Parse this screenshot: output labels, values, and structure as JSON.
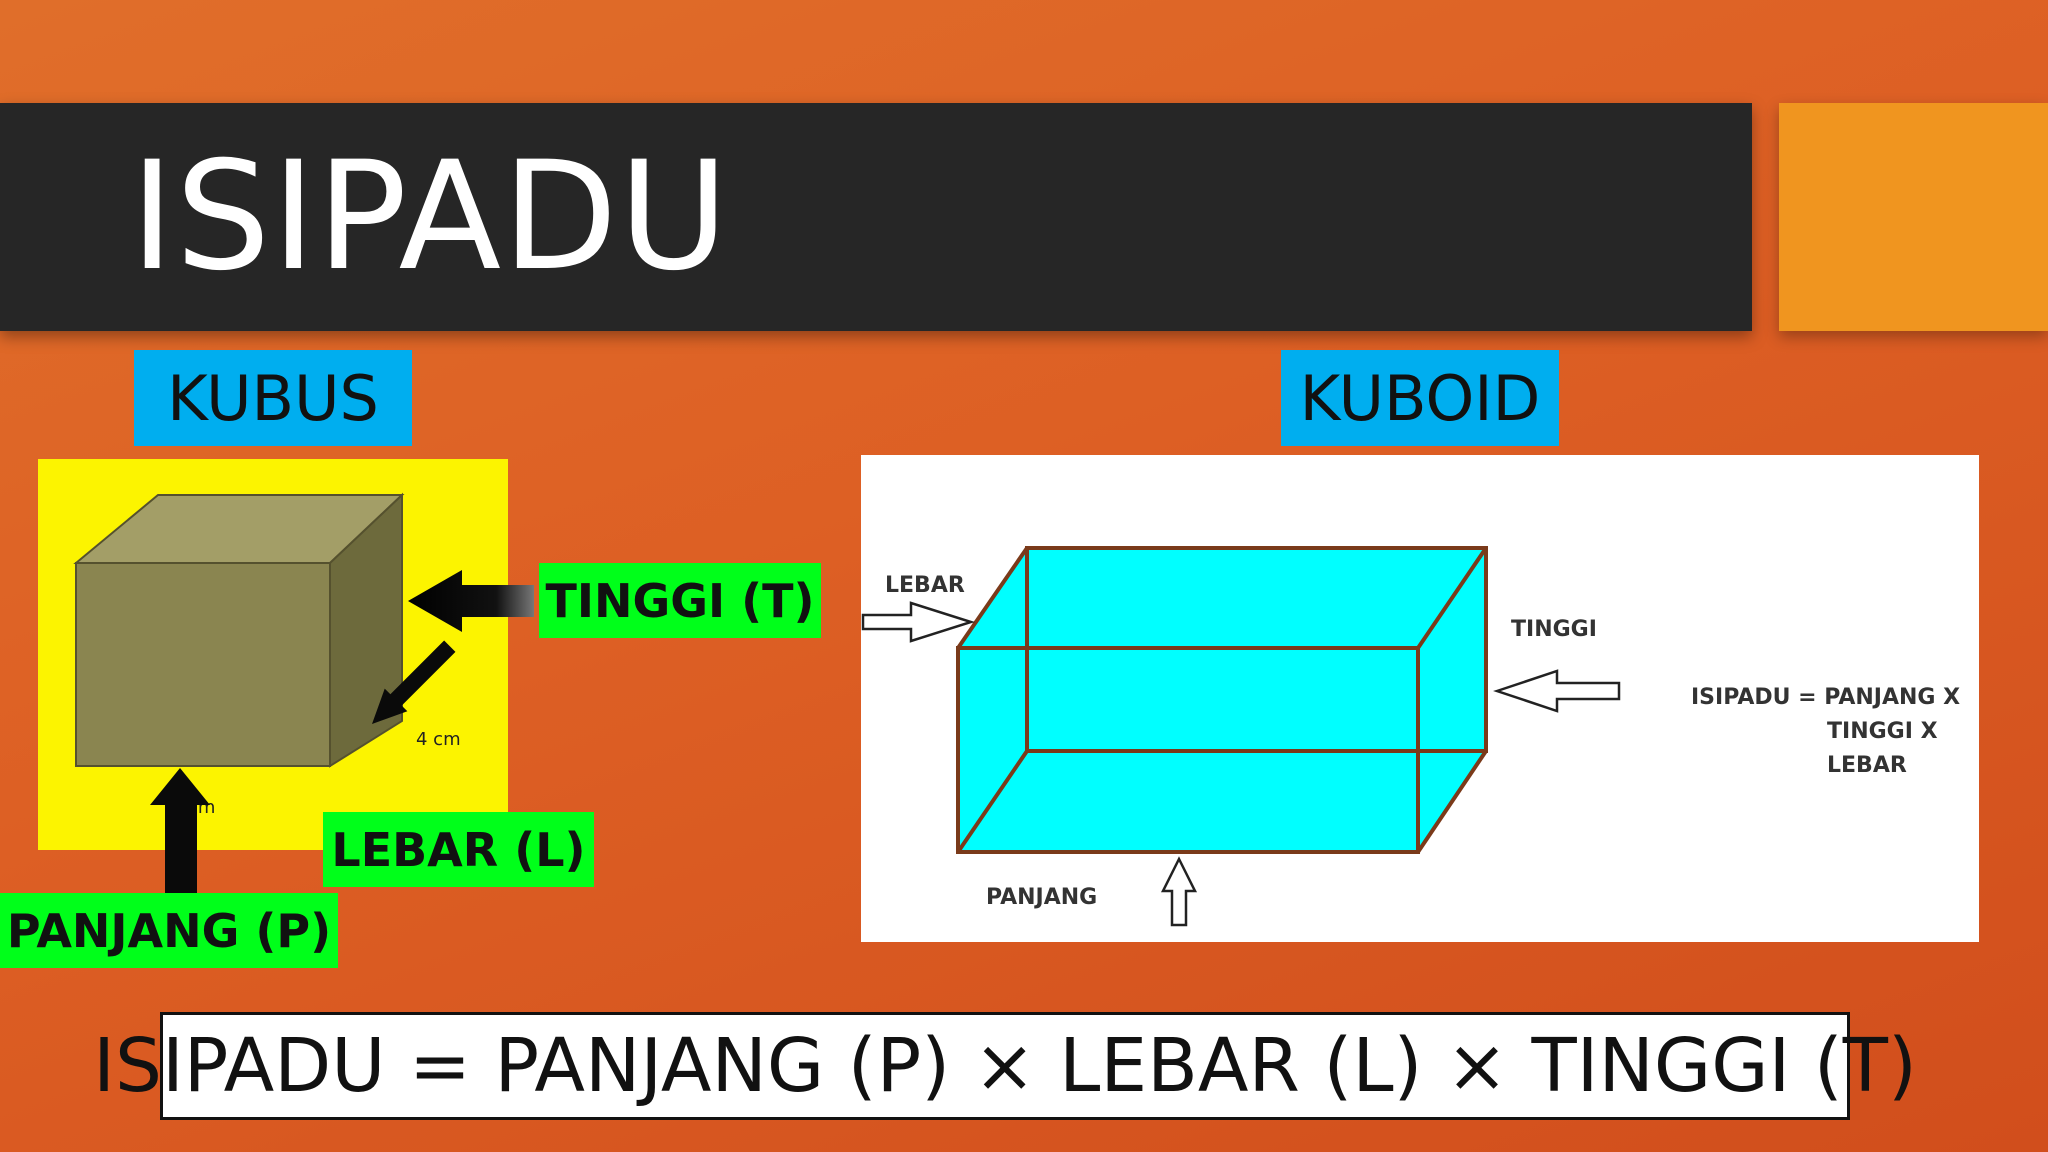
{
  "slide": {
    "title": "ISIPADU",
    "colors": {
      "title_bar": "#262626",
      "accent": "#f0951f",
      "label_blue": "#00aeef",
      "label_green": "#00ff1a",
      "cube_panel": "#fcf400",
      "cuboid_fill": "#00ffff",
      "cuboid_edge": "#7a3a1a",
      "cube_face": "#8a8550"
    }
  },
  "kubus": {
    "heading": "KUBUS",
    "labels": {
      "tinggi": "TINGGI (T)",
      "lebar": "LEBAR (L)",
      "panjang": "PANJANG (P)"
    },
    "dim_text": "4 cm",
    "dim_text_2": "cm"
  },
  "kuboid": {
    "heading": "KUBOID",
    "labels": {
      "lebar": "LEBAR",
      "tinggi": "TINGGI",
      "panjang": "PANJANG"
    },
    "formula_lines": [
      "ISIPADU = PANJANG X",
      "TINGGI X",
      "LEBAR"
    ]
  },
  "formula": "ISIPADU = PANJANG (P) × LEBAR (L) × TINGGI (T)"
}
